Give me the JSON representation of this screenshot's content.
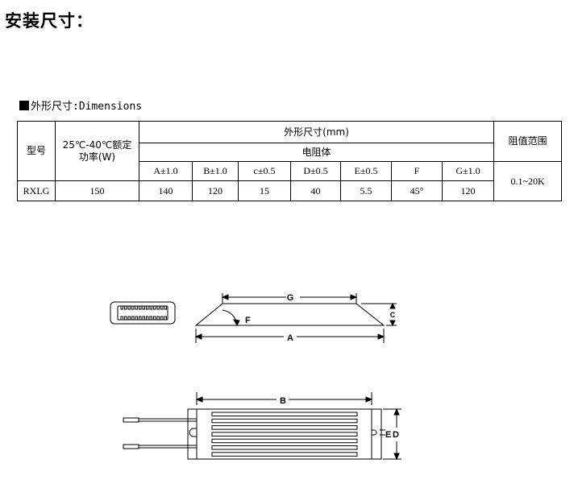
{
  "page": {
    "title": "安装尺寸："
  },
  "section": {
    "heading": "外形尺寸:Dimensions"
  },
  "table": {
    "model_header": "型号",
    "power_header": "25℃-40℃额定功率(W)",
    "dims_header": "外形尺寸(mm)",
    "resistor_body_header": "电阻体",
    "range_header": "阻值范围",
    "columns": [
      "A±1.0",
      "B±1.0",
      "c±0.5",
      "D±0.5",
      "E±0.5",
      "F",
      "G±1.0"
    ],
    "row": {
      "model": "RXLG",
      "power": "150",
      "values": [
        "140",
        "120",
        "15",
        "40",
        "5.5",
        "45°",
        "120"
      ],
      "range": "0.1~20K"
    }
  },
  "drawing_labels": {
    "G": "G",
    "C": "C",
    "F": "F",
    "A": "A",
    "B": "B",
    "E": "E",
    "D": "D"
  }
}
